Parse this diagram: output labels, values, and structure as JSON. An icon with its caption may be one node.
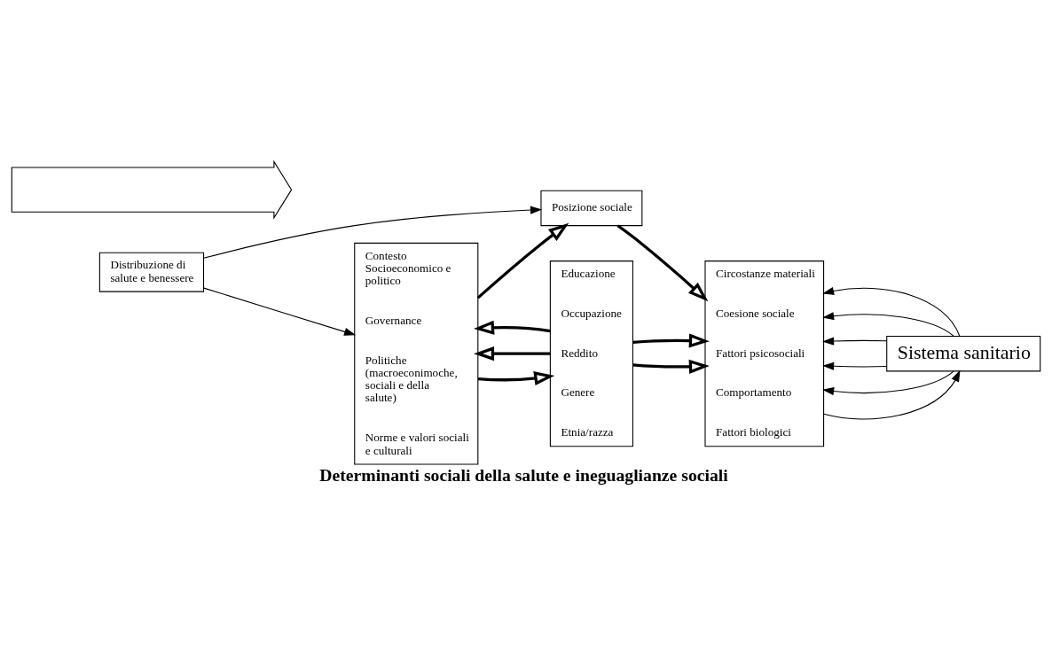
{
  "diagram": {
    "caption": "Determinanti sociali della salute e ineguaglianze sociali",
    "nodes": [
      {
        "text": [
          "Contesto Socioeconomico e politico",
          "Governance",
          "Politiche (macroeconimoche, sociali e della salute)",
          "Norme e valori sociali e culturali"
        ]
      },
      {
        "text": [
          "Posizione sociale"
        ]
      },
      {
        "text": [
          "Educazione",
          "Occupazione",
          "Reddito",
          "Genere",
          "Etnia/razza"
        ]
      },
      {
        "text": [
          "Circostanze materiali",
          "Coesione sociale",
          "Fattori psicosociali",
          "Comportamento",
          "Fattori biologici"
        ]
      },
      {
        "text": [
          "Distribuzione di salute e benessere"
        ]
      },
      {
        "text": [
          "Sistema sanitario"
        ]
      },
      {
        "text": [],
        "shape": "arrow"
      }
    ],
    "edges": [
      {
        "from": 4,
        "to": 0,
        "arrow": "to"
      },
      {
        "from": 4,
        "to": 1,
        "arrow": "to"
      },
      {
        "from": 0,
        "to": 1,
        "arrow": "to",
        "style": "thick"
      },
      {
        "from": 2,
        "to": 0,
        "arrow": "to",
        "style": "thick"
      },
      {
        "from": 0,
        "to": 2,
        "arrow": "to",
        "style": "thick"
      },
      {
        "from": 2,
        "to": 0,
        "arrow": "to",
        "style": "thick"
      },
      {
        "from": 1,
        "to": 3,
        "arrow": "to",
        "style": "thick"
      },
      {
        "from": 2,
        "to": 3,
        "arrow": "to",
        "style": "thick"
      },
      {
        "from": 2,
        "to": 3,
        "arrow": "to",
        "style": "thick"
      },
      {
        "from": 3,
        "to": 5,
        "arrow": "to"
      },
      {
        "from": 5,
        "to": 3,
        "arrow": "to"
      },
      {
        "from": 5,
        "to": 3,
        "arrow": "to"
      },
      {
        "from": 5,
        "to": 3,
        "arrow": "to"
      },
      {
        "from": 5,
        "to": 3,
        "arrow": "to"
      },
      {
        "from": 5,
        "to": 3,
        "arrow": "to"
      }
    ]
  }
}
